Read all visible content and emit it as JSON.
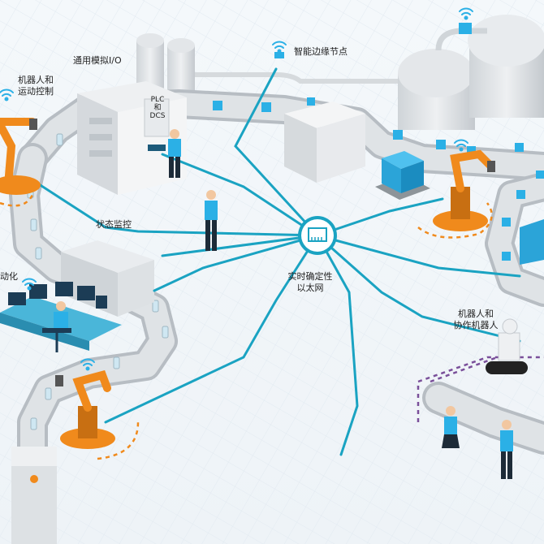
{
  "labels": {
    "robot_motion_control": "机器人和\n运动控制",
    "general_io": "通用模拟I/O",
    "edge_node": "智能边缘节点",
    "plc_dcs_line1": "PLC",
    "plc_dcs_line2": "和",
    "plc_dcs_line3": "DCS",
    "status_monitor": "状态监控",
    "automation_partial": "动化",
    "realtime_ethernet": "实时确定性\n以太网",
    "robots_cobots": "机器人和\n协作机器人"
  },
  "colors": {
    "network_line": "#1aa3c2",
    "conveyor": "#c9ced3",
    "robot_orange": "#f08a1c",
    "box_blue": "#2bb0e6",
    "dashed_orange": "#f08a1c",
    "dashed_purple": "#7a4f9a"
  },
  "icons": [
    "wifi-icon",
    "ethernet-port-icon",
    "robot-arm-icon",
    "server-icon",
    "storage-tank-icon",
    "pallet-boxes-icon",
    "worker-icon",
    "monitor-icon"
  ]
}
